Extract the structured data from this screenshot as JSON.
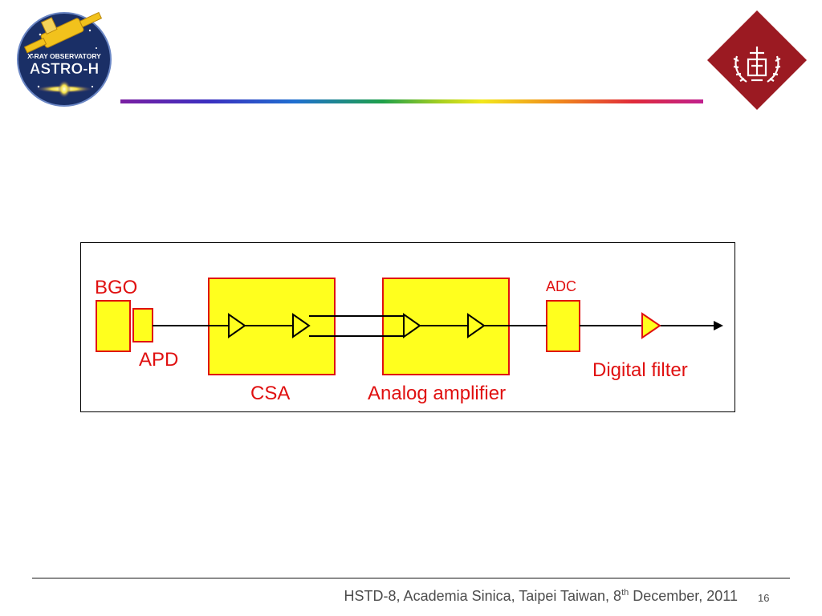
{
  "header": {
    "left_logo": {
      "icon": "astro-h-mission-logo",
      "line1": "X-RAY OBSERVATORY",
      "line2": "ASTRO-H"
    },
    "right_logo": {
      "icon": "university-crest-logo"
    }
  },
  "diagram": {
    "labels": {
      "bgo": "BGO",
      "apd": "APD",
      "csa": "CSA",
      "analog_amplifier": "Analog amplifier",
      "adc": "ADC",
      "digital_filter": "Digital filter"
    },
    "colors": {
      "block_fill": "#ffff1e",
      "block_stroke": "#e01010",
      "label": "#e01010",
      "wire": "#000000"
    }
  },
  "footer": {
    "text_main": "HSTD-8, Academia Sinica, Taipei Taiwan, 8",
    "text_sup": "th",
    "text_tail": " December, 2011",
    "page_number": "16"
  }
}
